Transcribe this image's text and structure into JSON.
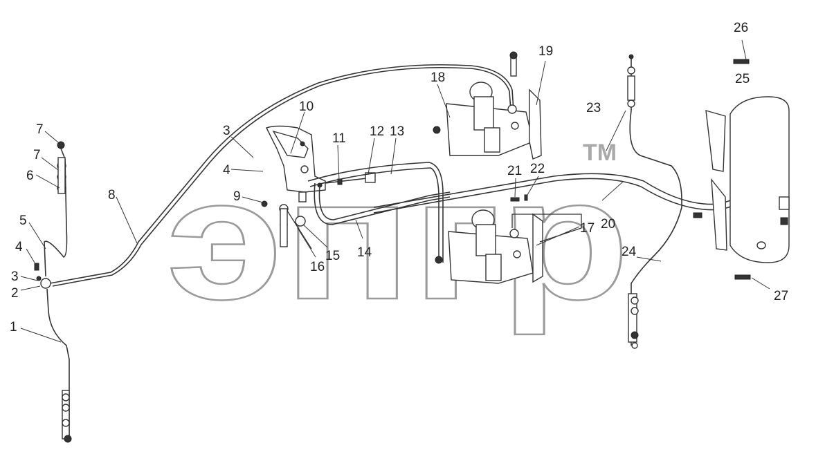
{
  "watermark": {
    "text": "эпгр",
    "tm": "TM"
  },
  "callouts": [
    {
      "id": "c1",
      "text": "1"
    },
    {
      "id": "c2",
      "text": "2"
    },
    {
      "id": "c3a",
      "text": "3"
    },
    {
      "id": "c3b",
      "text": "3"
    },
    {
      "id": "c4a",
      "text": "4"
    },
    {
      "id": "c4b",
      "text": "4"
    },
    {
      "id": "c5",
      "text": "5"
    },
    {
      "id": "c6",
      "text": "6"
    },
    {
      "id": "c7a",
      "text": "7"
    },
    {
      "id": "c7b",
      "text": "7"
    },
    {
      "id": "c8",
      "text": "8"
    },
    {
      "id": "c9",
      "text": "9"
    },
    {
      "id": "c10",
      "text": "10"
    },
    {
      "id": "c11",
      "text": "11"
    },
    {
      "id": "c12",
      "text": "12"
    },
    {
      "id": "c13",
      "text": "13"
    },
    {
      "id": "c14",
      "text": "14"
    },
    {
      "id": "c15",
      "text": "15"
    },
    {
      "id": "c16",
      "text": "16"
    },
    {
      "id": "c17",
      "text": "17"
    },
    {
      "id": "c18",
      "text": "18"
    },
    {
      "id": "c19",
      "text": "19"
    },
    {
      "id": "c20",
      "text": "20"
    },
    {
      "id": "c21",
      "text": "21"
    },
    {
      "id": "c22",
      "text": "22"
    },
    {
      "id": "c23",
      "text": "23"
    },
    {
      "id": "c24",
      "text": "24"
    },
    {
      "id": "c25",
      "text": "25"
    },
    {
      "id": "c26",
      "text": "26"
    },
    {
      "id": "c27",
      "text": "27"
    }
  ]
}
